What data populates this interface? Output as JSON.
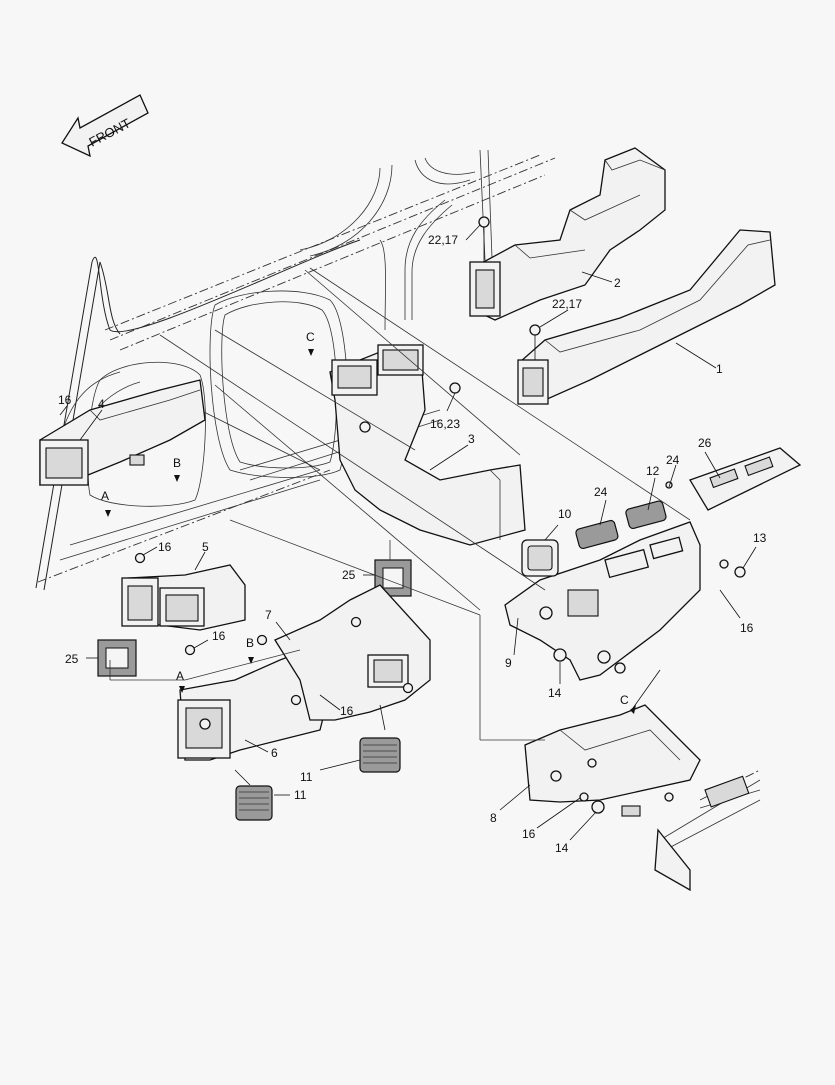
{
  "diagram": {
    "direction_label": "FRONT",
    "callouts": {
      "c1": "1",
      "c2": "2",
      "c3": "3",
      "c4": "4",
      "c5": "5",
      "c6": "6",
      "c7": "7",
      "c8": "8",
      "c9": "9",
      "c10": "10",
      "c11a": "11",
      "c11b": "11",
      "c12": "12",
      "c13": "13",
      "c14a": "14",
      "c14b": "14",
      "c16a": "16",
      "c16b": "16",
      "c16c": "16",
      "c16d": "16",
      "c16e": "16",
      "c16f": "16",
      "c1623": "16,23",
      "c2217a": "22,17",
      "c2217b": "22,17",
      "c24a": "24",
      "c24b": "24",
      "c25a": "25",
      "c25b": "25",
      "c26": "26"
    },
    "view_markers": {
      "a1": "A",
      "a2": "A",
      "b1": "B",
      "b2": "B",
      "cv1": "C",
      "cv2": "C"
    }
  }
}
